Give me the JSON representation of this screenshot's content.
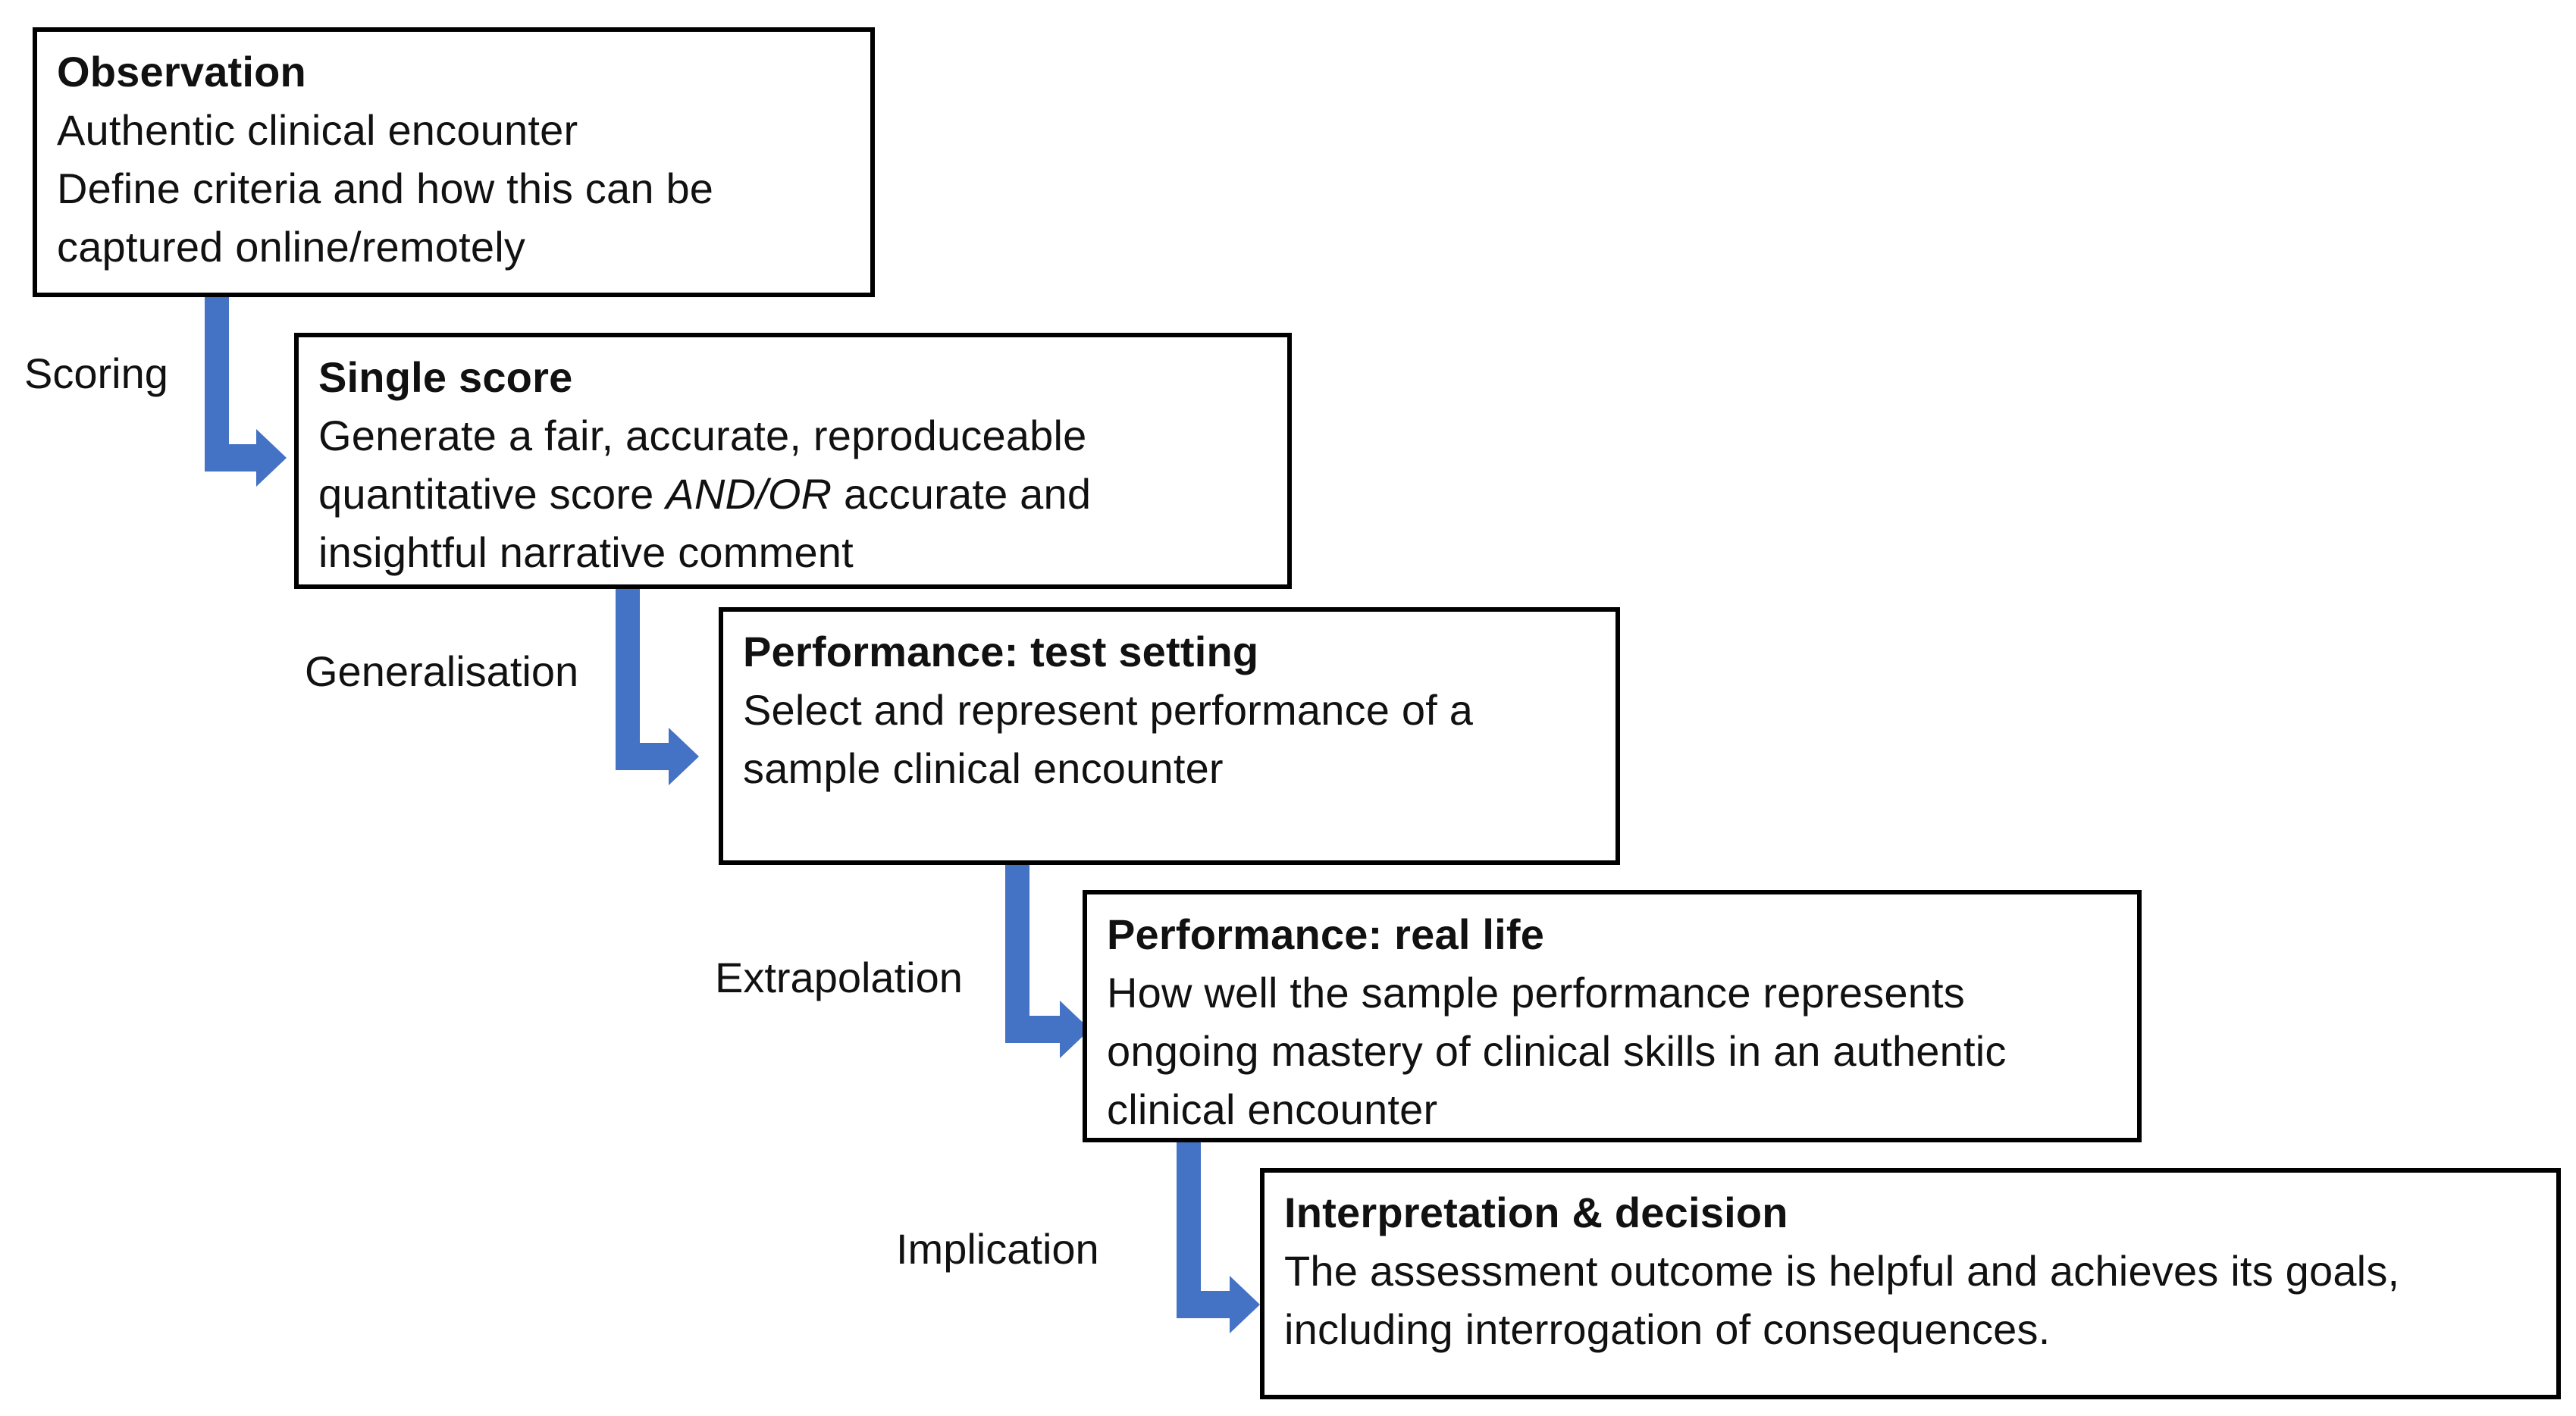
{
  "stages": [
    {
      "title": "Observation",
      "lines": [
        "Authentic clinical encounter",
        "Define criteria and how this can be",
        "captured online/remotely"
      ]
    },
    {
      "title": "Single score",
      "lines": [
        "Generate a fair, accurate, reproduceable"
      ],
      "line2_pre": "quantitative score ",
      "line2_em": "AND/OR",
      "line2_post": " accurate and",
      "line3": "insightful narrative comment"
    },
    {
      "title": "Performance: test setting",
      "lines": [
        "Select and represent performance of a",
        "sample clinical encounter"
      ]
    },
    {
      "title": "Performance: real life",
      "lines": [
        "How well the sample performance represents",
        "ongoing mastery of clinical skills in an authentic",
        "clinical encounter"
      ]
    },
    {
      "title": "Interpretation & decision",
      "lines": [
        "The assessment outcome is helpful and achieves its goals,",
        "including interrogation of consequences."
      ]
    }
  ],
  "transitions": [
    {
      "label": "Scoring"
    },
    {
      "label": "Generalisation"
    },
    {
      "label": "Extrapolation"
    },
    {
      "label": "Implication"
    }
  ],
  "colors": {
    "arrow": "#4472C4",
    "border": "#000000",
    "text": "#111111"
  }
}
